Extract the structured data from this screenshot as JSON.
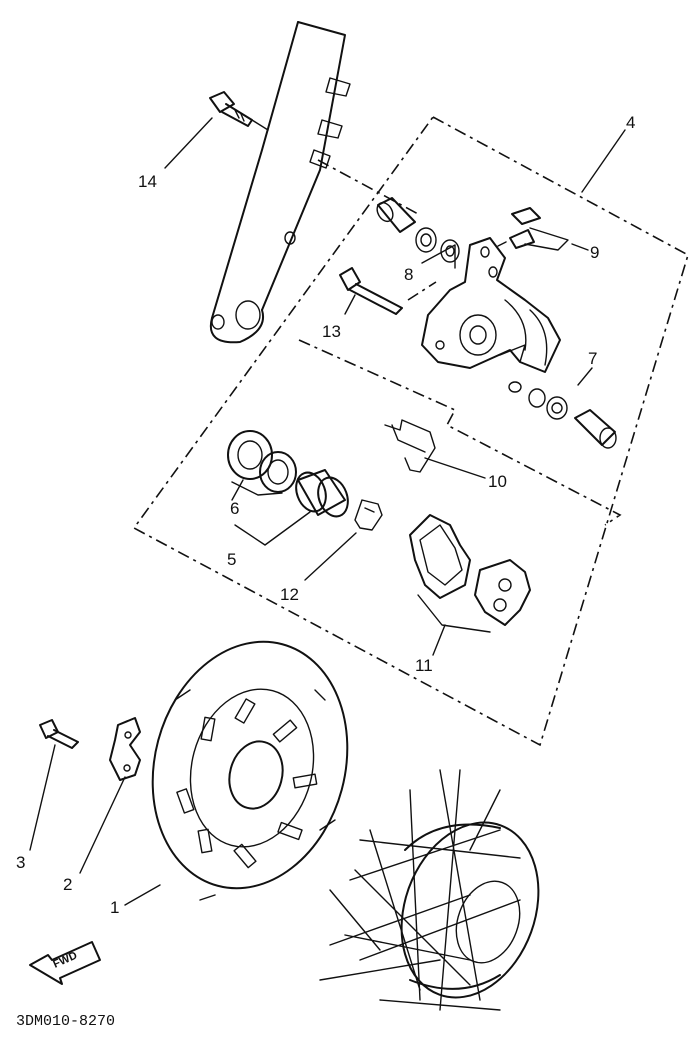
{
  "callouts": [
    "14",
    "4",
    "9",
    "8",
    "13",
    "7",
    "6",
    "10",
    "5",
    "12",
    "11",
    "3",
    "2",
    "1"
  ],
  "fwd_label": "FWD",
  "diagram_code": "3DM010-8270"
}
